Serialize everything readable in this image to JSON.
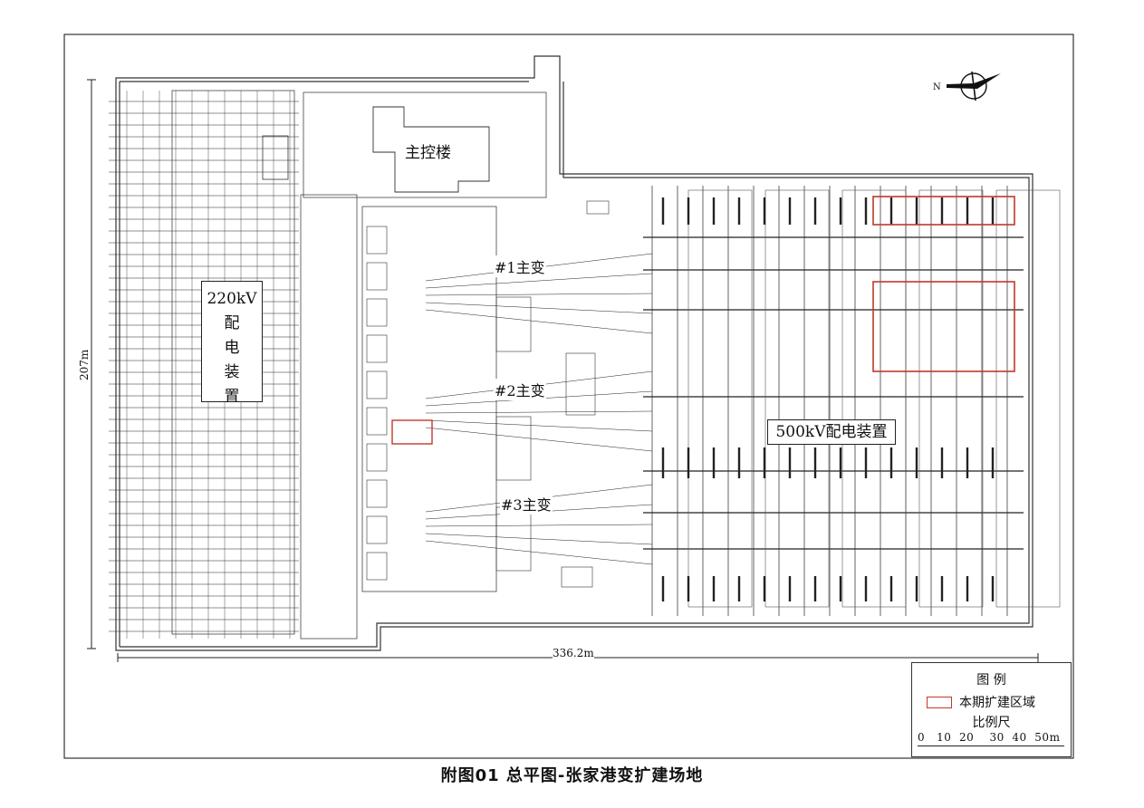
{
  "caption": "附图01  总平图-张家港变扩建场地",
  "labels": {
    "zone_220kv": [
      "220kV",
      "配",
      "电",
      "装",
      "置"
    ],
    "zone_500kv": "500kV配电装置",
    "main_control_building": "主控楼",
    "transformer_1": "#1主变",
    "transformer_2": "#2主变",
    "transformer_3": "#3主变"
  },
  "dimensions": {
    "height": "207m",
    "width": "336.2m"
  },
  "legend": {
    "title": "图 例",
    "expansion_area_label": "本期扩建区域",
    "scale_title": "比例尺",
    "scale_ticks": "0   10  20    30  40  50m"
  },
  "colors": {
    "expansion_area": "#c0392b",
    "line": "#222222",
    "background": "#ffffff"
  }
}
